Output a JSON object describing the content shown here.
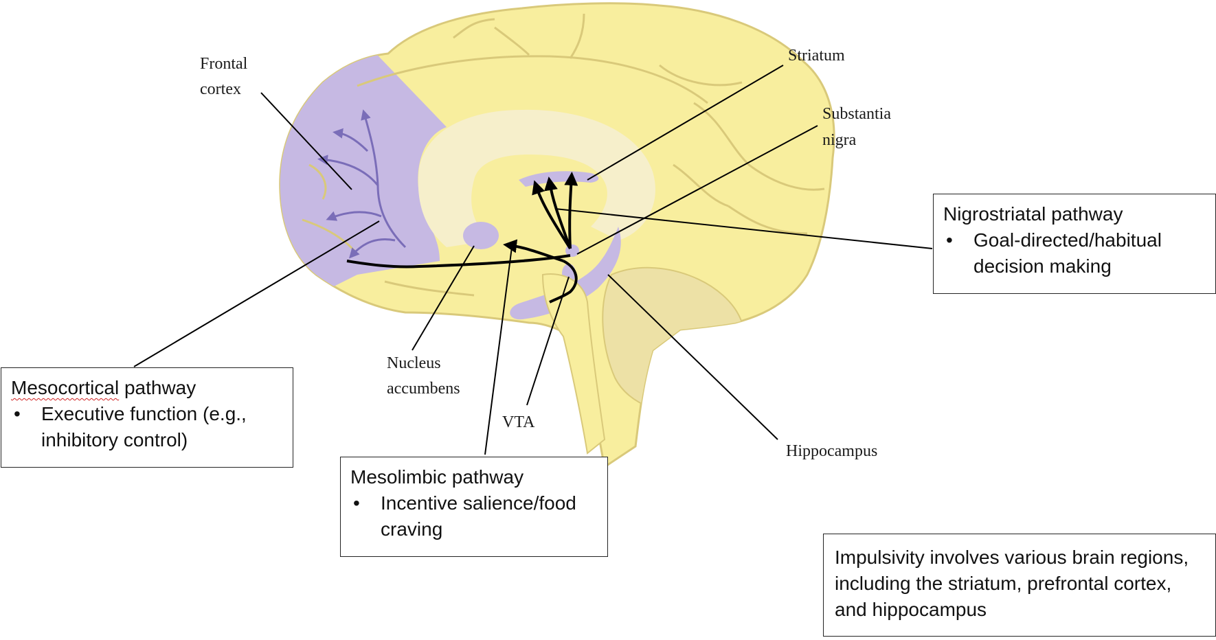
{
  "labels": {
    "frontal_cortex": [
      "Frontal",
      "cortex"
    ],
    "striatum": "Striatum",
    "substantia_nigra": [
      "Substantia",
      "nigra"
    ],
    "nucleus_accumbens": [
      "Nucleus",
      "accumbens"
    ],
    "vta": "VTA",
    "hippocampus": "Hippocampus"
  },
  "boxes": {
    "mesocortical": {
      "title_underlined": "Mesocortical",
      "title_rest": " pathway",
      "bullet": "•",
      "item": "Executive function (e.g., inhibitory control)"
    },
    "mesolimbic": {
      "title": "Mesolimbic pathway",
      "bullet": "•",
      "item": "Incentive salience/food craving"
    },
    "nigrostriatal": {
      "title": "Nigrostriatal pathway",
      "bullet": "•",
      "item": "Goal-directed/habitual decision making"
    },
    "summary": {
      "text": "Impulsivity involves various brain regions, including the striatum, prefrontal cortex, and hippocampus"
    }
  },
  "colors": {
    "brain_fill": "#f8ee9e",
    "brain_outline": "#d9c97a",
    "inner_pale": "#f6efcb",
    "highlight_purple": "#c6b9e3",
    "pathway_arrows": "#7a6db8",
    "dopamine_tracts": "#000000",
    "cerebellum_shade": "#ede1a6"
  }
}
